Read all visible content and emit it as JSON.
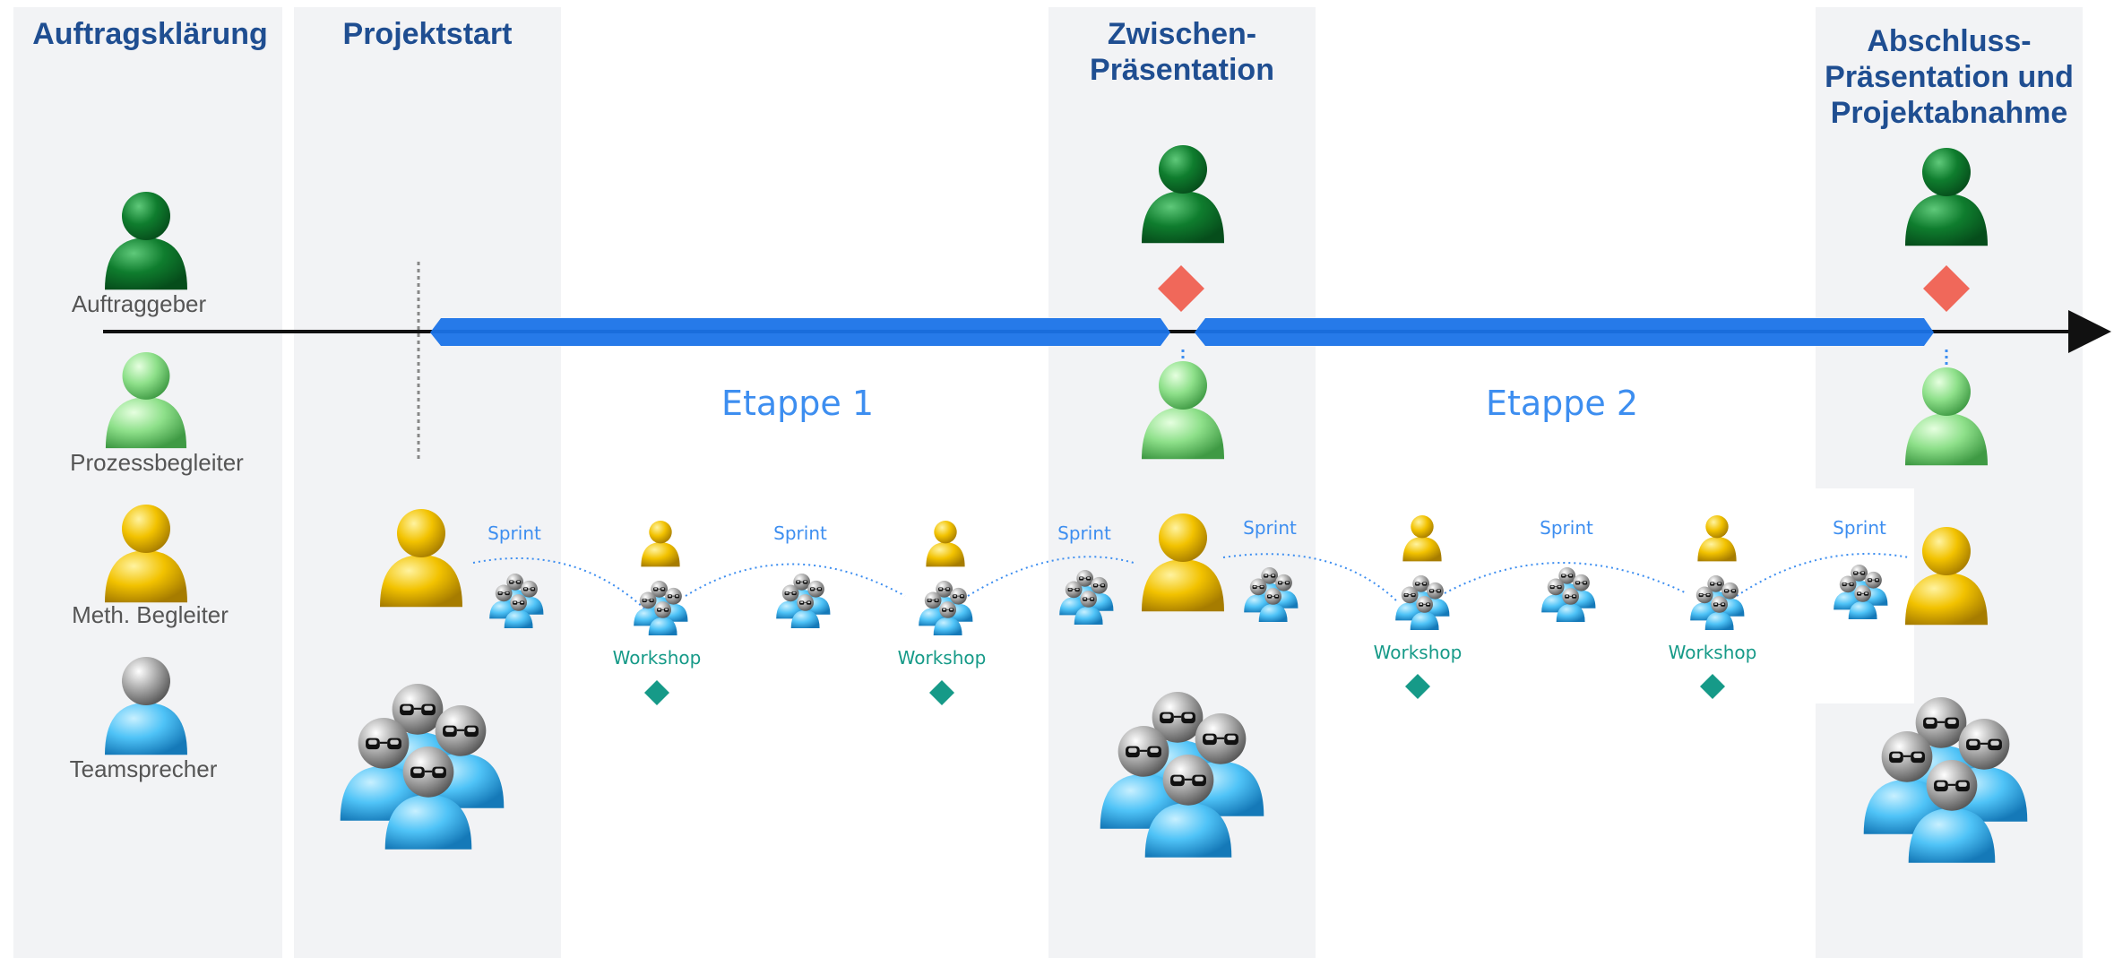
{
  "phases": [
    {
      "title": "Auftragsklärung"
    },
    {
      "title": "Projektstart"
    },
    {
      "title": "Zwischen-\nPräsentation"
    },
    {
      "title": "Abschluss-\nPräsentation und\nProjektabnahme"
    }
  ],
  "roles": [
    {
      "label": "Auftraggeber",
      "color": "#0f7d2e",
      "icon": "person-icon"
    },
    {
      "label": "Prozessbegleiter",
      "color": "#8ee08a",
      "icon": "person-icon"
    },
    {
      "label": "Meth. Begleiter",
      "color": "#f2c200",
      "icon": "person-icon"
    },
    {
      "label": "Teamsprecher",
      "color": "#4fc3f7",
      "icon": "person-icon"
    }
  ],
  "stages": [
    {
      "label": "Etappe 1"
    },
    {
      "label": "Etappe 2"
    }
  ],
  "sprint_label": "Sprint",
  "workshop_label": "Workshop",
  "colors": {
    "phase_band": "#f2f3f5",
    "timeline": "#1a73e8",
    "milestone": "#f0685a",
    "workshop": "#169a88",
    "title": "#1f4e91"
  }
}
